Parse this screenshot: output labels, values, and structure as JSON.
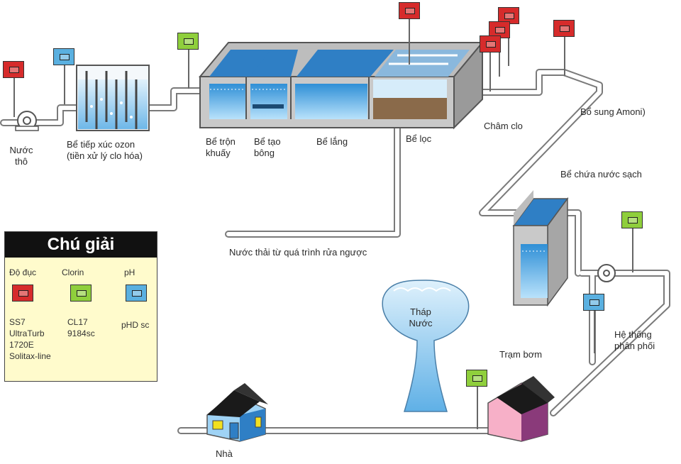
{
  "labels": {
    "raw_water": [
      "Nước",
      "thô"
    ],
    "ozone_tank": [
      "Bể tiếp xúc ozon",
      "(tiền xử lý clo hóa)"
    ],
    "mixing_tank": [
      "Bể trộn",
      "khuấy"
    ],
    "flocculation_tank": [
      "Bể tạo",
      "bông"
    ],
    "settling_tank": "Bể lắng",
    "filter_tank": "Bể lọc",
    "chlorine_dosing": "Châm clo",
    "ammonia_dosing": "Bổ sung Amoni)",
    "clean_water_tank": "Bể chứa nước sạch",
    "backwash": "Nước thải từ quá trình rửa ngược",
    "water_tower": [
      "Tháp",
      "Nước"
    ],
    "pump_station": "Trạm bơm",
    "distribution": [
      "Hệ thống",
      "phân phối"
    ],
    "house": "Nhà"
  },
  "legend": {
    "title": "Chú giải",
    "turbidity": {
      "label": "Độ đục",
      "models": [
        "SS7",
        "UltraTurb",
        "1720E",
        "Solitax-line"
      ],
      "color": "#d62b2b"
    },
    "chlorine": {
      "label": "Clorin",
      "models": [
        "CL17",
        "9184sc"
      ],
      "color": "#8fcf3c"
    },
    "ph": {
      "label": "pH",
      "models": [
        "pHD sc"
      ],
      "color": "#5ab0e0"
    }
  },
  "colors": {
    "water": "#4aa8e6",
    "tank_wall": "#c9c9c9",
    "pipe": "#ffffff",
    "house_body": "#9fd3f5",
    "pump_house_body": "#f7b0c8",
    "roof": "#1a1a1a"
  }
}
